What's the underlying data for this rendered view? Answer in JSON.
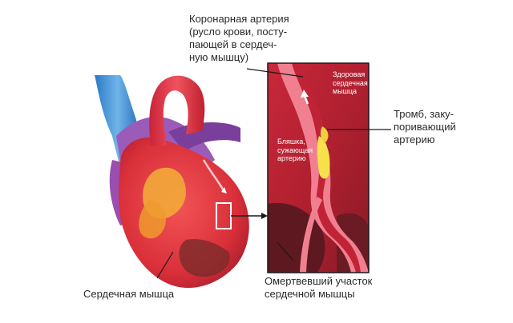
{
  "labels": {
    "coronary_artery": [
      "Коронарная артерия",
      "(русло крови, посту-",
      "пающей в сердеч-",
      "ную мышцу)"
    ],
    "healthy_muscle": [
      "Здоровая",
      "сердечная",
      "мышца"
    ],
    "plaque": [
      "Бляшка,",
      "сужающая",
      "артерию"
    ],
    "thrombus": [
      "Тромб, заку-",
      "поривающий",
      "артерию"
    ],
    "heart_muscle": "Сердечная мышца",
    "dead_area": [
      "Омертвевший участок",
      "сердечной мышцы"
    ]
  },
  "colors": {
    "muscle_red": "#e33a3a",
    "artery_pink": "#f07a8a",
    "vein_blue": "#3a8fd6",
    "vein_purple": "#8a4fa8",
    "fat_yellow": "#f3b43a",
    "plaque_yellow": "#f6e14a",
    "dead_tissue": "#7a2b2b"
  }
}
